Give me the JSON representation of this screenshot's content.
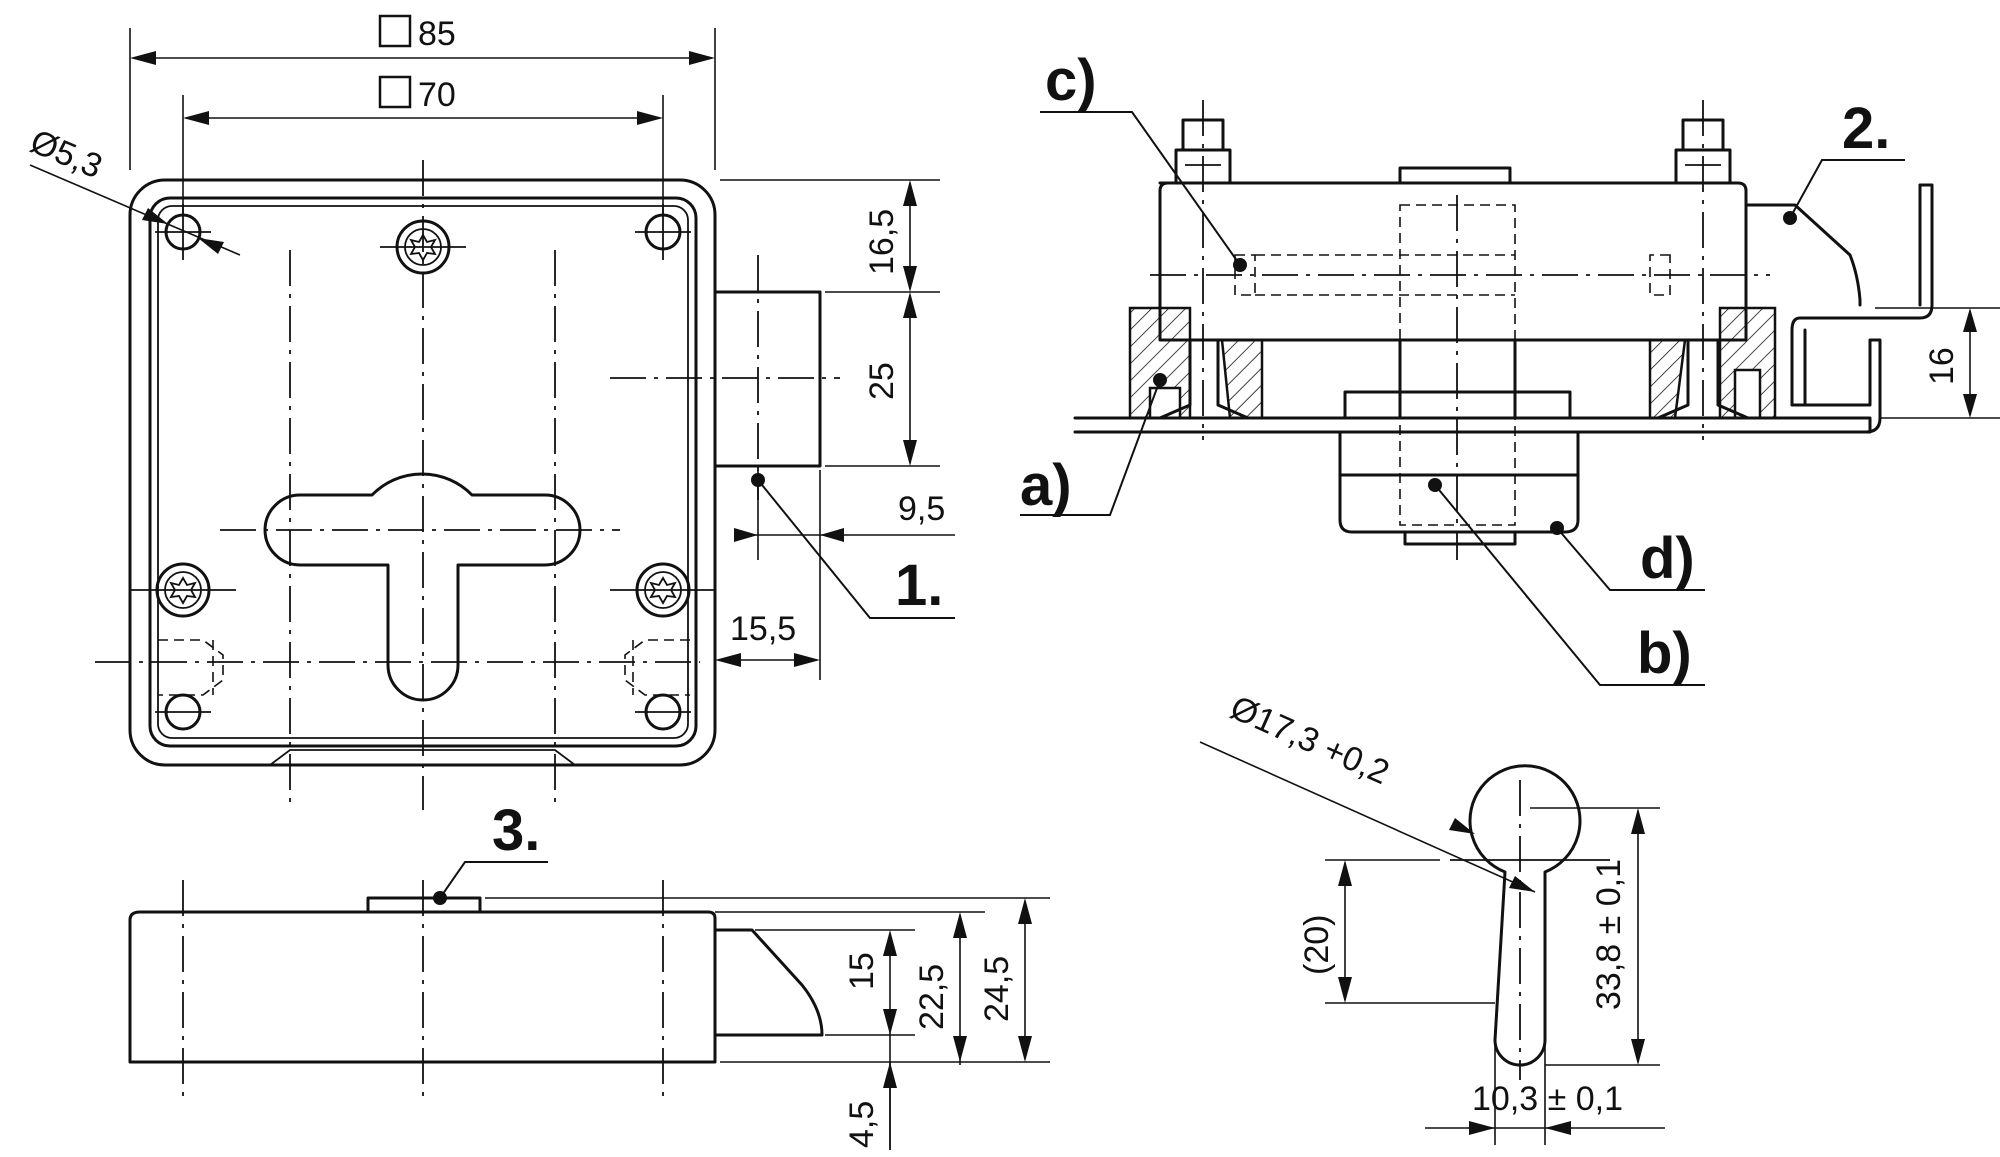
{
  "dimensions": {
    "d85": "85",
    "d70": "70",
    "hole_dia": "Ø5,3",
    "d16_5": "16,5",
    "d25": "25",
    "d9_5": "9,5",
    "d15_5": "15,5",
    "d16": "16",
    "d15": "15",
    "d22_5": "22,5",
    "d24_5": "24,5",
    "d4_5": "4,5",
    "cyl_dia": "Ø17,3 +0,2",
    "d20": "(20)",
    "d33_8": "33,8 ± 0,1",
    "d10_3": "10,3 ± 0,1"
  },
  "callouts": {
    "c1": "1.",
    "c2": "2.",
    "c3": "3.",
    "ca": "a)",
    "cb": "b)",
    "cc": "c)",
    "cd": "d)"
  }
}
